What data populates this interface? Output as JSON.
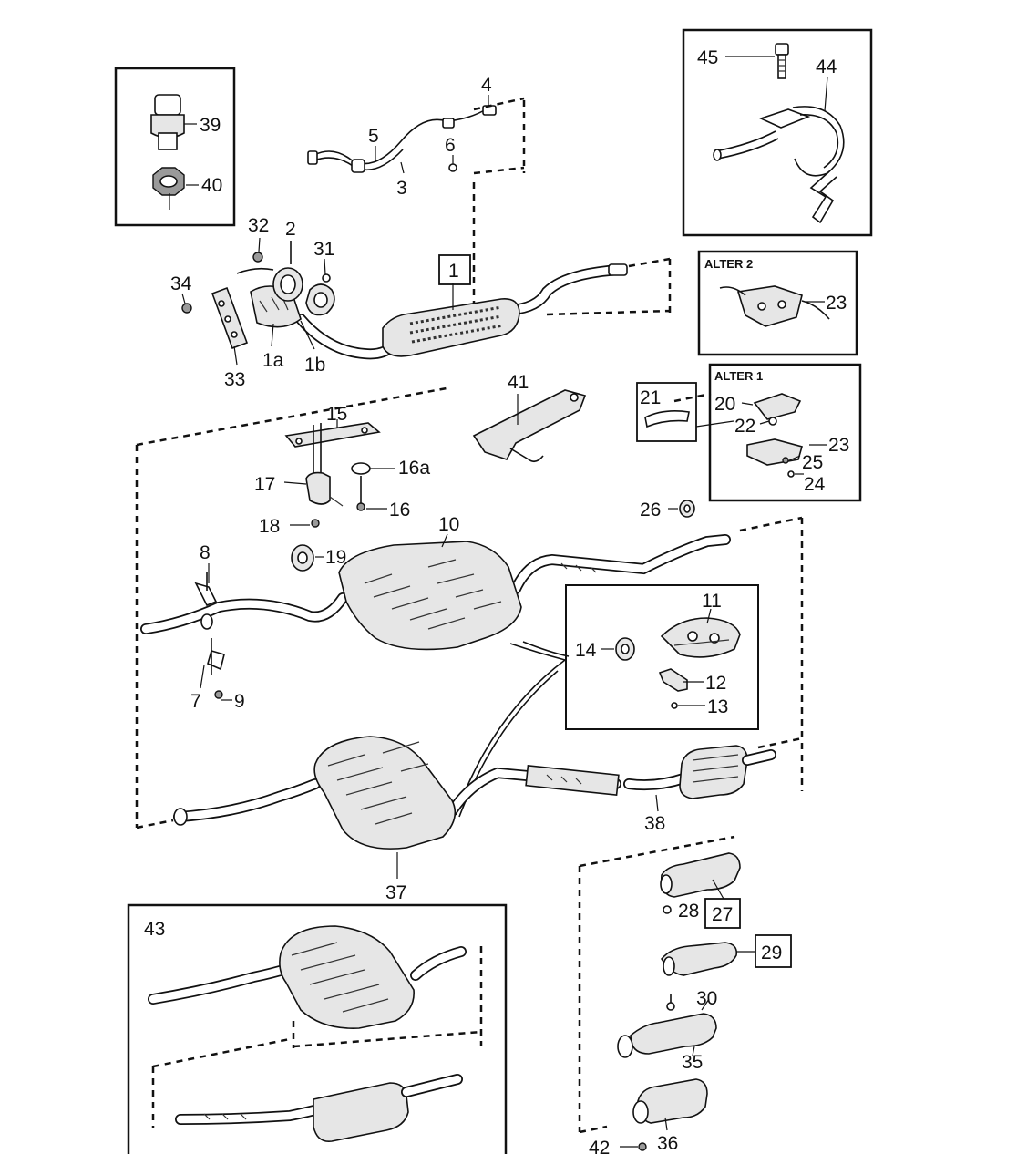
{
  "labels": {
    "l1": "1",
    "l1a": "1a",
    "l1b": "1b",
    "l2": "2",
    "l3": "3",
    "l4": "4",
    "l5": "5",
    "l6": "6",
    "l7": "7",
    "l8": "8",
    "l9": "9",
    "l10": "10",
    "l11": "11",
    "l12": "12",
    "l13": "13",
    "l14": "14",
    "l15": "15",
    "l16": "16",
    "l16a": "16a",
    "l17": "17",
    "l18": "18",
    "l19": "19",
    "l20": "20",
    "l21": "21",
    "l22": "22",
    "l23a": "23",
    "l23b": "23",
    "l24": "24",
    "l25": "25",
    "l26": "26",
    "l27": "27",
    "l28": "28",
    "l29": "29",
    "l30": "30",
    "l31": "31",
    "l32": "32",
    "l33": "33",
    "l34": "34",
    "l35": "35",
    "l36": "36",
    "l37": "37",
    "l38": "38",
    "l39": "39",
    "l40": "40",
    "l41": "41",
    "l42": "42",
    "l43": "43",
    "l44": "44",
    "l45": "45"
  },
  "captions": {
    "alter1": "ALTER 1",
    "alter2": "ALTER 2"
  }
}
